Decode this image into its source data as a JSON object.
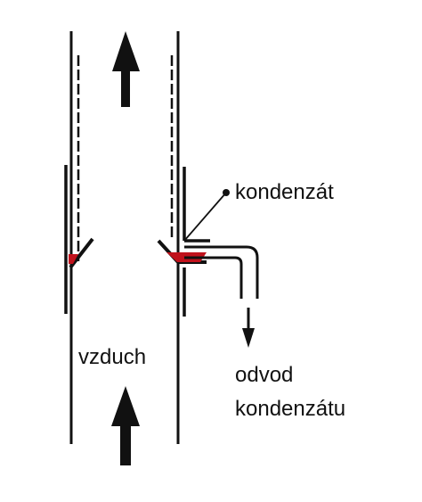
{
  "labels": {
    "condensate": "kondenzát",
    "air": "vzduch",
    "drain_line1": "odvod",
    "drain_line2": "kondenzátu"
  },
  "colors": {
    "line": "#111111",
    "condensate": "#c0121c",
    "background": "#ffffff"
  },
  "icons": {
    "flow_arrow": "up-arrow-icon",
    "drain_arrow": "down-arrow-icon",
    "callout_dot": "dot-icon"
  }
}
